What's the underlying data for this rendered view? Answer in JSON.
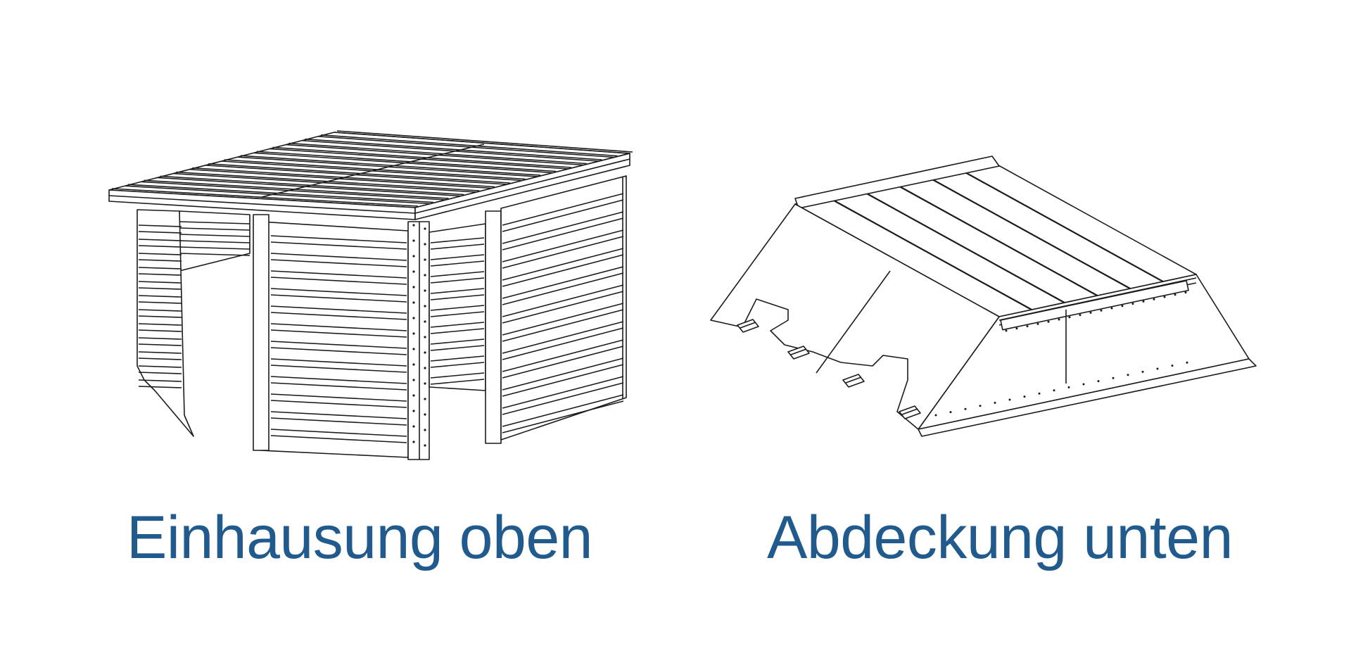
{
  "figures": [
    {
      "caption": "Einhausung oben",
      "icon": "enclosure-drawing"
    },
    {
      "caption": "Abdeckung unten",
      "icon": "cover-drawing"
    }
  ],
  "colors": {
    "caption": "#215a8c",
    "line": "#1b1b1b",
    "background": "#ffffff"
  }
}
